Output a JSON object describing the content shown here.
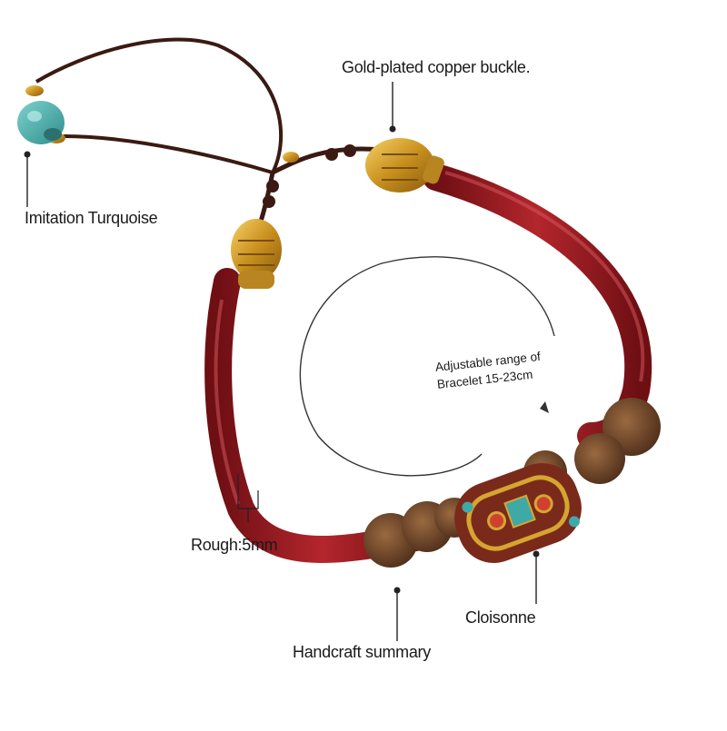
{
  "labels": {
    "buckle": "Gold-plated copper buckle.",
    "turquoise": "Imitation Turquoise",
    "rough": "Rough:5mm",
    "cloisonne": "Cloisonne",
    "handcraft": "Handcraft summary"
  },
  "size_note": {
    "line1": "Adjustable range of",
    "line2": "Bracelet 15-23cm"
  },
  "colors": {
    "cord_red": "#9b1c22",
    "cord_dark": "#3a1a12",
    "gold": "#d6a531",
    "turquoise": "#3fa9a8",
    "knot_brown": "#6b4428"
  }
}
